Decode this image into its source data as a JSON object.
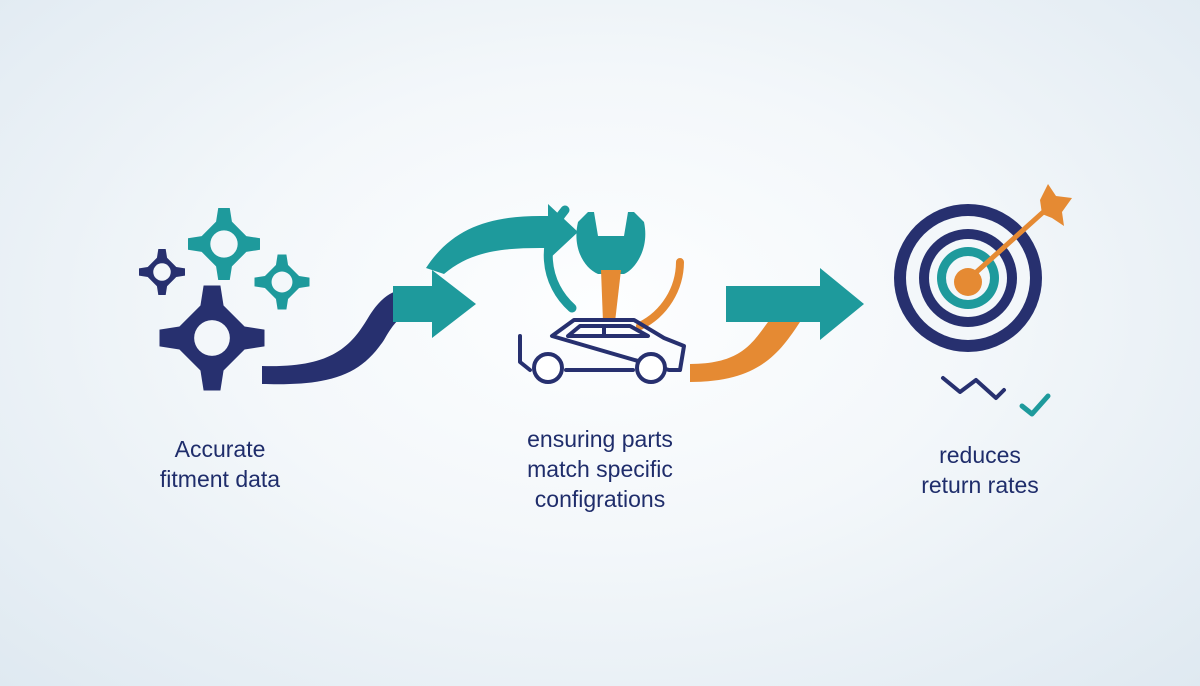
{
  "colors": {
    "navy": "#27306f",
    "teal": "#1e9a9c",
    "orange": "#e58a33",
    "text": "#1f2d6b",
    "background": "#f3f7fa"
  },
  "icons": [
    "gears-icon",
    "wrench-icon",
    "car-icon",
    "target-icon",
    "arrow-icon",
    "trend-down-icon",
    "checkmark-icon"
  ],
  "steps": [
    {
      "lines": [
        "Accurate",
        "fitment data"
      ]
    },
    {
      "lines": [
        "ensuring parts",
        "match specific",
        "configrations"
      ]
    },
    {
      "lines": [
        "reduces",
        "return rates"
      ]
    }
  ]
}
